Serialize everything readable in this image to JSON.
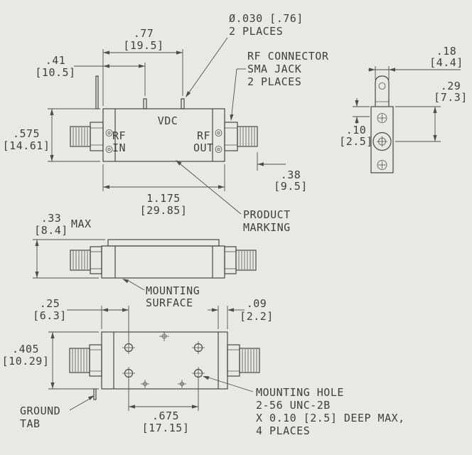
{
  "colors": {
    "background": "#e8e8e6",
    "ink": "#474747",
    "text": "#3e3e3e"
  },
  "front_view": {
    "vdc_label": "VDC",
    "rf_in_line1": "RF",
    "rf_in_line2": "IN",
    "rf_out_line1": "RF",
    "rf_out_line2": "OUT",
    "dim_pin1_in": ".41",
    "dim_pin1_mm": "[10.5]",
    "dim_pin2_in": ".77",
    "dim_pin2_mm": "[19.5]",
    "dim_height_in": ".575",
    "dim_height_mm": "[14.61]",
    "dim_length_in": "1.175",
    "dim_length_mm": "[29.85]",
    "dim_conn_in": ".38",
    "dim_conn_mm": "[9.5]",
    "callout_pin_dia_line1": "Ø.030 [.76]",
    "callout_pin_dia_line2": "2 PLACES",
    "callout_connector_line1": "RF CONNECTOR",
    "callout_connector_line2": "SMA JACK",
    "callout_connector_line3": "2 PLACES",
    "callout_marking_line1": "PRODUCT",
    "callout_marking_line2": "MARKING"
  },
  "end_view": {
    "dim_tab_in": ".18",
    "dim_tab_mm": "[4.4]",
    "dim_center_in": ".29",
    "dim_center_mm": "[7.3]",
    "dim_offset_in": ".10",
    "dim_offset_mm": "[2.5]"
  },
  "side_view": {
    "dim_height_in": ".33",
    "dim_height_mm": "[8.4]",
    "dim_height_suffix": "MAX",
    "callout_surface_line1": "MOUNTING",
    "callout_surface_line2": "SURFACE"
  },
  "plan_view": {
    "dim_hole_x_in": ".25",
    "dim_hole_x_mm": "[6.3]",
    "dim_edge_in": ".09",
    "dim_edge_mm": "[2.2]",
    "dim_width_in": ".405",
    "dim_width_mm": "[10.29]",
    "dim_hole_span_in": ".675",
    "dim_hole_span_mm": "[17.15]",
    "callout_ground_line1": "GROUND",
    "callout_ground_line2": "TAB",
    "callout_hole_line1": "MOUNTING HOLE",
    "callout_hole_line2": "2-56 UNC-2B",
    "callout_hole_line3": "X 0.10 [2.5] DEEP MAX,",
    "callout_hole_line4": "4 PLACES"
  }
}
